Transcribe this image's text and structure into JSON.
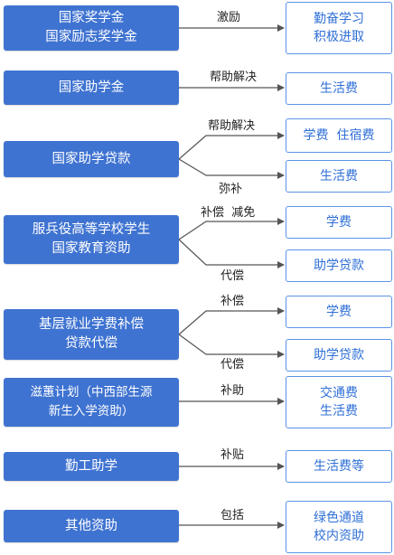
{
  "rows": [
    {
      "program": [
        "国家奖学金",
        "国家励志奖学金"
      ],
      "relation": "激励",
      "targets": [
        [
          "勤奋学习",
          "积极进取"
        ]
      ]
    },
    {
      "program": [
        "国家助学金"
      ],
      "relation": "帮助解决",
      "targets": [
        [
          "生活费"
        ]
      ]
    },
    {
      "program": [
        "国家助学贷款"
      ],
      "relations": [
        "帮助解决",
        "弥补"
      ],
      "targets": [
        [
          "学费  住宿费"
        ],
        [
          "生活费"
        ]
      ]
    },
    {
      "program": [
        "服兵役高等学校学生",
        "国家教育资助"
      ],
      "relations": [
        "补偿  减免",
        "代偿"
      ],
      "targets": [
        [
          "学费"
        ],
        [
          "助学贷款"
        ]
      ]
    },
    {
      "program": [
        "基层就业学费补偿",
        "贷款代偿"
      ],
      "relations": [
        "补偿",
        "代偿"
      ],
      "targets": [
        [
          "学费"
        ],
        [
          "助学贷款"
        ]
      ]
    },
    {
      "program": [
        "滋蕙计划（中西部生源",
        "新生入学资助）"
      ],
      "relation": "补助",
      "targets": [
        [
          "交通费",
          "生活费"
        ]
      ]
    },
    {
      "program": [
        "勤工助学"
      ],
      "relation": "补贴",
      "targets": [
        [
          "生活费等"
        ]
      ]
    },
    {
      "program": [
        "其他资助"
      ],
      "relation": "包括",
      "targets": [
        [
          "绿色通道",
          "校内资助"
        ]
      ]
    }
  ],
  "colors": {
    "program_fill": "#3f73d1",
    "target_border": "#5b93e6",
    "target_text": "#2f6fd6",
    "line": "#555555"
  }
}
